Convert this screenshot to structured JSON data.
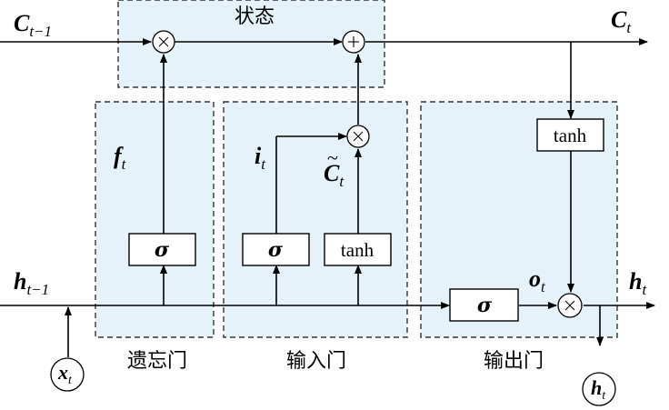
{
  "regions": {
    "state": "状态",
    "forget": "遗忘门",
    "input": "输入门",
    "output": "输出门"
  },
  "signals": {
    "c_prev": {
      "main": "C",
      "sub": "t−1"
    },
    "c_t": {
      "main": "C",
      "sub": "t"
    },
    "h_prev": {
      "main": "h",
      "sub": "t−1"
    },
    "h_t": {
      "main": "h",
      "sub": "t"
    },
    "f_t": {
      "main": "f",
      "sub": "t"
    },
    "i_t": {
      "main": "i",
      "sub": "t"
    },
    "c_tilde": {
      "main": "C",
      "tilde": "~",
      "sub": "t"
    },
    "o_t": {
      "main": "o",
      "sub": "t"
    },
    "x_t": {
      "main": "x",
      "sub": "t"
    },
    "h_out": {
      "main": "h",
      "sub": "t"
    }
  },
  "blocks": {
    "forget_sigma": "σ",
    "input_sigma": "σ",
    "input_tanh": "tanh",
    "output_sigma": "σ",
    "output_tanh": "tanh"
  },
  "operators": {
    "multiply": "×",
    "add": "+"
  }
}
